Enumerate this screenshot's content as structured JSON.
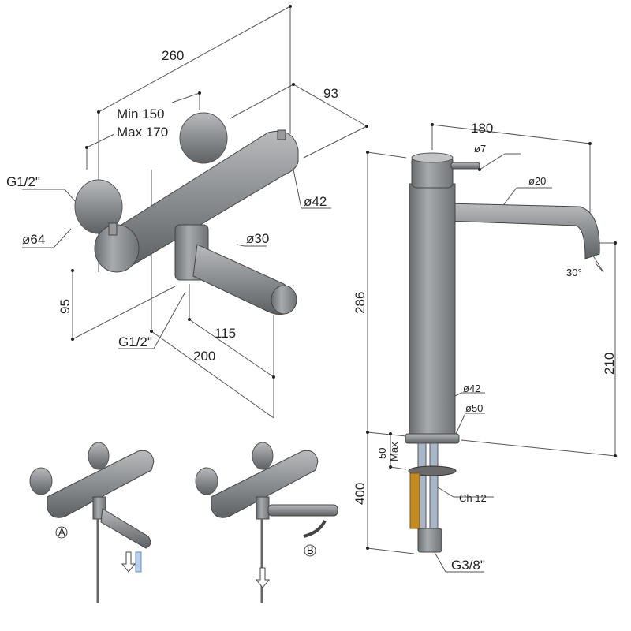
{
  "mixer": {
    "width_total": "260",
    "centers_min": "Min 150",
    "centers_max": "Max 170",
    "depth": "93",
    "inlet_thread": "G1/2\"",
    "body_diameter": "ø42",
    "rosette_diameter": "ø64",
    "spout_diameter": "ø30",
    "outlet_height": "95",
    "spout_length": "115",
    "outlet_thread": "G1/2\"",
    "projection": "200"
  },
  "usage": {
    "label_a": "A",
    "label_b": "B"
  },
  "basin_tap": {
    "reach": "180",
    "lever_diameter": "ø7",
    "spout_diameter": "ø20",
    "spout_angle": "30°",
    "total_height": "286",
    "spout_height": "210",
    "body_diameter": "ø42",
    "base_diameter": "ø50",
    "deck_thickness": "50",
    "deck_max": "Max",
    "hose_length": "400",
    "wrench_size": "Ch 12",
    "connection_thread": "G3/8\""
  },
  "colors": {
    "metal": "#8a8d90",
    "brass": "#c48a22",
    "hose": "#a9b6c8"
  }
}
